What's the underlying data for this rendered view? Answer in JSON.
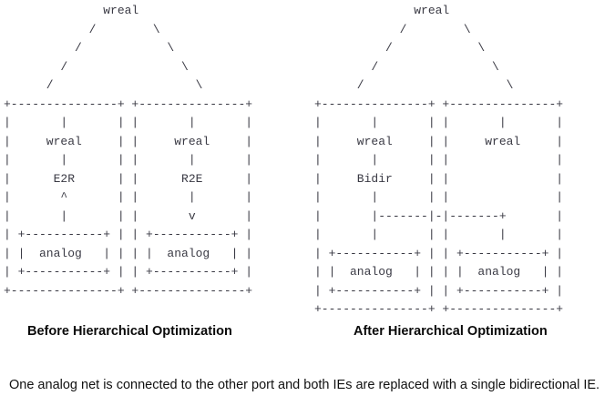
{
  "diagrams": {
    "before": {
      "title": "Before Hierarchical Optimization",
      "art": "              wreal\n            /        \\\n          /            \\\n        /                \\\n      /                    \\\n+---------------+ +---------------+\n|       |       | |       |       |\n|     wreal     | |     wreal     |\n|       |       | |       |       |\n|      E2R      | |      R2E      |\n|       ^       | |       |       |\n|       |       | |       v       |\n| +-----------+ | | +-----------+ |\n| |  analog   | | | |  analog   | |\n| +-----------+ | | +-----------+ |\n+---------------+ +---------------+"
    },
    "after": {
      "title": "After Hierarchical Optimization",
      "art": "              wreal\n            /        \\\n          /            \\\n        /                \\\n      /                    \\\n+---------------+ +---------------+\n|       |       | |       |       |\n|     wreal     | |     wreal     |\n|       |       | |               |\n|     Bidir     | |               |\n|       |       | |               |\n|       |-------|-|-------+       |\n|       |       | |       |       |\n| +-----------+ | | +-----------+ |\n| |  analog   | | | |  analog   | |\n| +-----------+ | | +-----------+ |\n+---------------+ +---------------+"
    }
  },
  "labels": {
    "net_type": "wreal",
    "converter_e2r": "E2R",
    "converter_r2e": "R2E",
    "converter_bidir": "Bidir",
    "leaf_block": "analog"
  },
  "description": "One analog net is connected to the other port and both IEs are replaced with a single bidirectional IE.",
  "colors": {
    "ascii_text": "#3a3a44",
    "caption_text": "#0a0a0a",
    "body_text": "#111111",
    "background": "#ffffff"
  }
}
